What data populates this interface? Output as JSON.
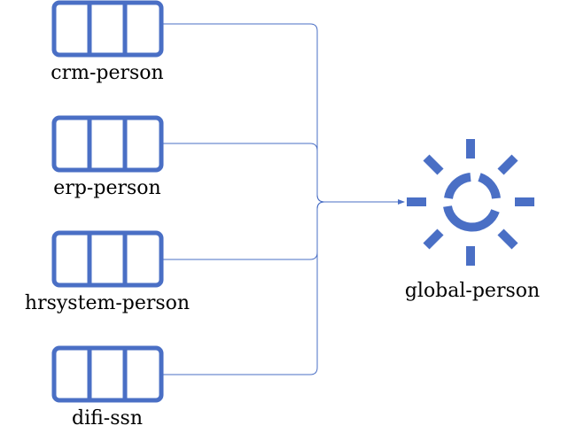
{
  "diagram": {
    "colors": {
      "accent": "#4a6fc5",
      "connector": "#4a6fc5",
      "text": "#000000",
      "background": "#ffffff"
    },
    "sources": [
      {
        "id": "crm",
        "label": "crm-person",
        "icon": "queue-icon"
      },
      {
        "id": "erp",
        "label": "erp-person",
        "icon": "queue-icon"
      },
      {
        "id": "hrsystem",
        "label": "hrsystem-person",
        "icon": "queue-icon"
      },
      {
        "id": "difi",
        "label": "difi-ssn",
        "icon": "queue-icon"
      }
    ],
    "target": {
      "id": "global",
      "label": "global-person",
      "icon": "processor-gear-icon"
    }
  }
}
